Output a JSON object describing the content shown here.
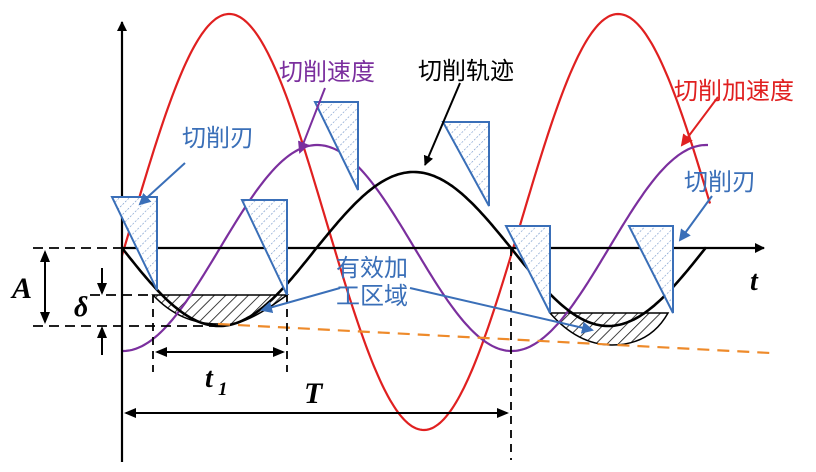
{
  "labels": {
    "cutting_speed": "切削速度",
    "cutting_path": "切削轨迹",
    "cutting_acceleration": "切削加速度",
    "cutting_edge_left": "切削刃",
    "cutting_edge_right": "切削刃",
    "effective_region_line1": "有效加",
    "effective_region_line2": "工区域",
    "axis_t": "t",
    "amplitude_A": "A",
    "depth_delta": "δ",
    "interval_t": "t",
    "interval_t_sub": "1",
    "period_T": "T"
  },
  "colors": {
    "acceleration": "#e02020",
    "speed": "#7b2f9e",
    "path": "#000000",
    "tool": "#3a6fb8",
    "label_blue": "#3a6fb8",
    "dashed_trend": "#ee8a2a"
  }
}
